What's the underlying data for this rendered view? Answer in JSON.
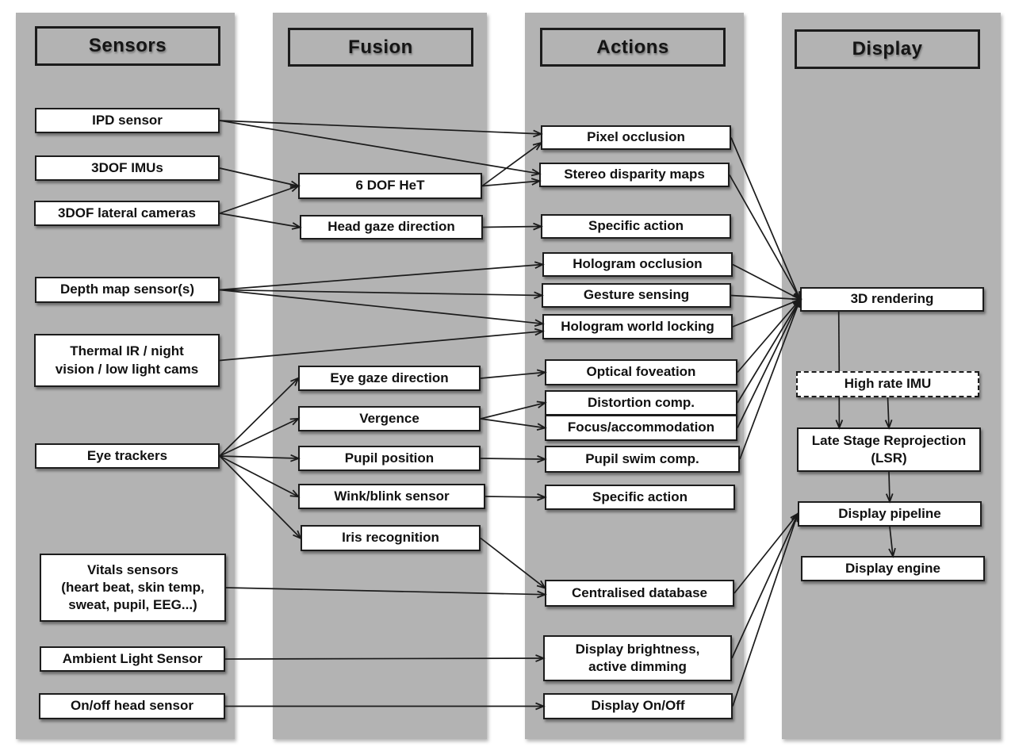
{
  "colors": {
    "band": "#b3b3b3",
    "line": "#1b1b1b",
    "box_bg": "#ffffff"
  },
  "columns": [
    {
      "title": "Sensors"
    },
    {
      "title": "Fusion"
    },
    {
      "title": "Actions"
    },
    {
      "title": "Display"
    }
  ],
  "nodes": {
    "ipd": {
      "label": "IPD sensor"
    },
    "imus3dof": {
      "label": "3DOF IMUs"
    },
    "lateral_cams": {
      "label": "3DOF lateral cameras"
    },
    "depth_map": {
      "label": "Depth map sensor(s)"
    },
    "thermal_ir": {
      "label": "Thermal IR / night\nvision / low light cams"
    },
    "eye_trackers": {
      "label": "Eye trackers"
    },
    "vitals": {
      "label": "Vitals sensors\n(heart beat, skin temp,\nsweat, pupil, EEG...)"
    },
    "ambient_light": {
      "label": "Ambient Light Sensor"
    },
    "onoff_head": {
      "label": "On/off head sensor"
    },
    "dof6het": {
      "label": "6 DOF HeT"
    },
    "head_gaze": {
      "label": "Head gaze direction"
    },
    "eye_gaze": {
      "label": "Eye gaze direction"
    },
    "vergence": {
      "label": "Vergence"
    },
    "pupil_position": {
      "label": "Pupil position"
    },
    "wink_blink": {
      "label": "Wink/blink sensor"
    },
    "iris_recognition": {
      "label": "Iris recognition"
    },
    "pixel_occlusion": {
      "label": "Pixel occlusion"
    },
    "stereo_disparity": {
      "label": "Stereo disparity maps"
    },
    "specific_action_top": {
      "label": "Specific action"
    },
    "hologram_occlusion": {
      "label": "Hologram occlusion"
    },
    "gesture_sensing": {
      "label": "Gesture sensing"
    },
    "hologram_world_locking": {
      "label": "Hologram world locking"
    },
    "optical_foveation": {
      "label": "Optical foveation"
    },
    "distortion_comp": {
      "label": "Distortion comp."
    },
    "focus_accommodation": {
      "label": "Focus/accommodation"
    },
    "pupil_swim": {
      "label": "Pupil swim comp."
    },
    "specific_action_bottom": {
      "label": "Specific action"
    },
    "centralised_db": {
      "label": "Centralised database"
    },
    "display_brightness": {
      "label": "Display brightness,\nactive dimming"
    },
    "display_onoff": {
      "label": "Display On/Off"
    },
    "rendering3d": {
      "label": "3D rendering"
    },
    "high_rate_imu": {
      "label": "High rate IMU"
    },
    "lsr": {
      "label": "Late Stage Reprojection\n(LSR)"
    },
    "display_pipeline": {
      "label": "Display pipeline"
    },
    "display_engine": {
      "label": "Display engine"
    }
  },
  "edges": [
    {
      "from": "ipd",
      "to": "pixel_occlusion",
      "toT": 0.35
    },
    {
      "from": "ipd",
      "to": "stereo_disparity",
      "toT": 0.45
    },
    {
      "from": "imus3dof",
      "to": "dof6het",
      "toT": 0.5
    },
    {
      "from": "lateral_cams",
      "to": "dof6het",
      "toT": 0.5
    },
    {
      "from": "lateral_cams",
      "to": "head_gaze",
      "toT": 0.5
    },
    {
      "from": "depth_map",
      "to": "hologram_occlusion",
      "toT": 0.5
    },
    {
      "from": "depth_map",
      "to": "gesture_sensing",
      "toT": 0.5
    },
    {
      "from": "depth_map",
      "to": "hologram_world_locking",
      "toT": 0.38
    },
    {
      "from": "thermal_ir",
      "to": "hologram_world_locking",
      "toT": 0.68
    },
    {
      "from": "eye_trackers",
      "to": "eye_gaze"
    },
    {
      "from": "eye_trackers",
      "to": "vergence"
    },
    {
      "from": "eye_trackers",
      "to": "pupil_position"
    },
    {
      "from": "eye_trackers",
      "to": "wink_blink"
    },
    {
      "from": "eye_trackers",
      "to": "iris_recognition"
    },
    {
      "from": "vitals",
      "to": "centralised_db",
      "toT": 0.55
    },
    {
      "from": "ambient_light",
      "to": "display_brightness"
    },
    {
      "from": "onoff_head",
      "to": "display_onoff"
    },
    {
      "from": "dof6het",
      "to": "pixel_occlusion",
      "toT": 0.72
    },
    {
      "from": "dof6het",
      "to": "stereo_disparity",
      "toT": 0.75
    },
    {
      "from": "head_gaze",
      "to": "specific_action_top"
    },
    {
      "from": "eye_gaze",
      "to": "optical_foveation"
    },
    {
      "from": "vergence",
      "to": "distortion_comp"
    },
    {
      "from": "vergence",
      "to": "focus_accommodation"
    },
    {
      "from": "pupil_position",
      "to": "pupil_swim"
    },
    {
      "from": "wink_blink",
      "to": "specific_action_bottom"
    },
    {
      "from": "iris_recognition",
      "to": "centralised_db",
      "toT": 0.3
    },
    {
      "from": "pixel_occlusion",
      "to": "rendering3d"
    },
    {
      "from": "stereo_disparity",
      "to": "rendering3d"
    },
    {
      "from": "hologram_occlusion",
      "to": "rendering3d"
    },
    {
      "from": "gesture_sensing",
      "to": "rendering3d"
    },
    {
      "from": "hologram_world_locking",
      "to": "rendering3d"
    },
    {
      "from": "optical_foveation",
      "to": "rendering3d"
    },
    {
      "from": "distortion_comp",
      "to": "rendering3d"
    },
    {
      "from": "focus_accommodation",
      "to": "rendering3d"
    },
    {
      "from": "pupil_swim",
      "to": "rendering3d"
    },
    {
      "from": "centralised_db",
      "to": "display_pipeline"
    },
    {
      "from": "display_brightness",
      "to": "display_pipeline"
    },
    {
      "from": "display_onoff",
      "to": "display_pipeline"
    },
    {
      "from": "rendering3d",
      "to": "high_rate_imu",
      "fromAnchor": "bottom",
      "toAnchor": "top",
      "fromT": 0.21,
      "toT": 0.235,
      "arrow": false
    },
    {
      "from": "high_rate_imu",
      "to": "lsr",
      "fromAnchor": "bottom",
      "toAnchor": "top",
      "fromT": 0.235,
      "toT": 0.23
    },
    {
      "from": "high_rate_imu",
      "to": "lsr",
      "fromAnchor": "bottom",
      "toAnchor": "top",
      "fromT": 0.5,
      "toT": 0.5
    },
    {
      "from": "lsr",
      "to": "display_pipeline",
      "fromAnchor": "bottom",
      "toAnchor": "top"
    },
    {
      "from": "display_pipeline",
      "to": "display_engine",
      "fromAnchor": "bottom",
      "toAnchor": "top"
    }
  ]
}
